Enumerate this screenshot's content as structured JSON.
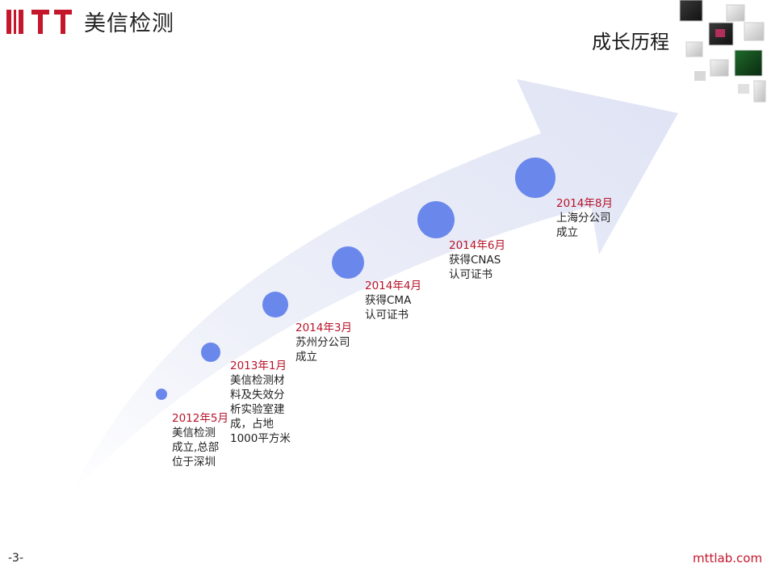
{
  "header": {
    "logo_mark_text": "MTT",
    "logo_name": "美信检测",
    "page_title": "成长历程"
  },
  "milestones": [
    {
      "date": "2012年5月",
      "description": "美信检测\n成立,总部\n位于深圳"
    },
    {
      "date": "2013年1月",
      "description": "美信检测材\n料及失效分\n析实验室建\n成，占地\n1000平方米"
    },
    {
      "date": "2014年3月",
      "description": "苏州分公司\n成立"
    },
    {
      "date": "2014年4月",
      "description": "获得CMA\n认可证书"
    },
    {
      "date": "2014年6月",
      "description": "获得CNAS\n认可证书"
    },
    {
      "date": "2014年8月",
      "description": "上海分公司\n成立"
    }
  ],
  "colors": {
    "brand_red": "#c4172c",
    "dot_blue": "#6a87ec",
    "arrow_light": "#e6e9f6"
  },
  "footer": {
    "page_number": "-3-",
    "website": "mttlab.com"
  }
}
